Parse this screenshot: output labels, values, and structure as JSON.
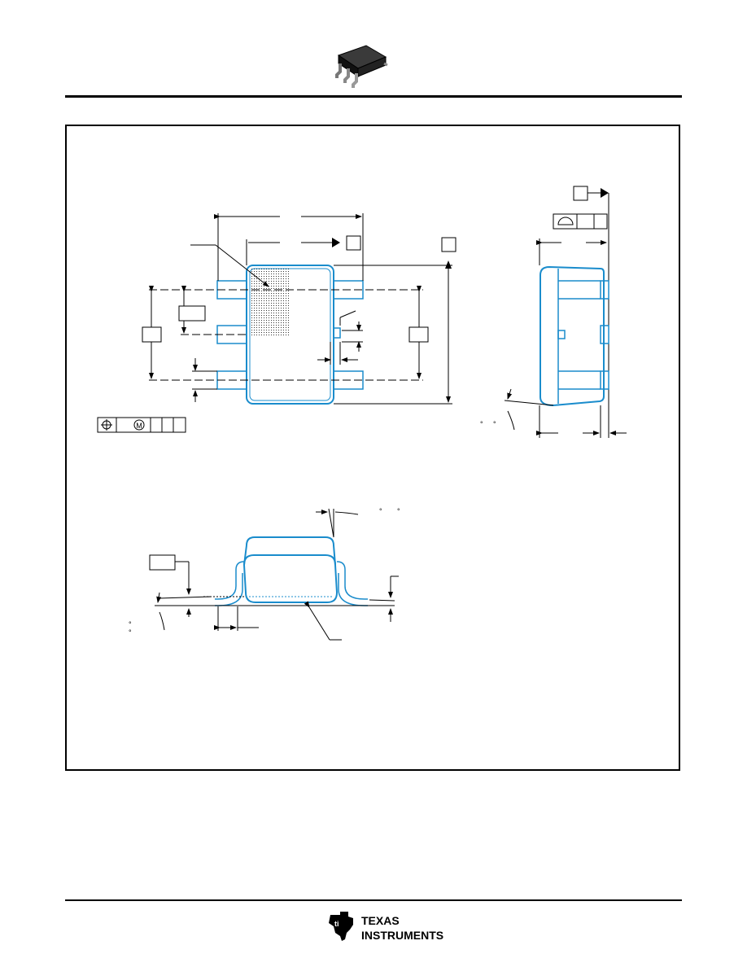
{
  "header": {
    "package_icon": "sot-23-6-package-icon"
  },
  "footer": {
    "logo": {
      "icon": "texas-instruments-logo",
      "line1": "TEXAS",
      "line2": "INSTRUMENTS"
    }
  },
  "drawing": {
    "views": [
      "top-view",
      "side-view",
      "section-detail"
    ],
    "outline_color": "#1a8ccc",
    "degree_marks": [
      "°",
      "°",
      "°",
      "°",
      "°",
      "°"
    ]
  }
}
